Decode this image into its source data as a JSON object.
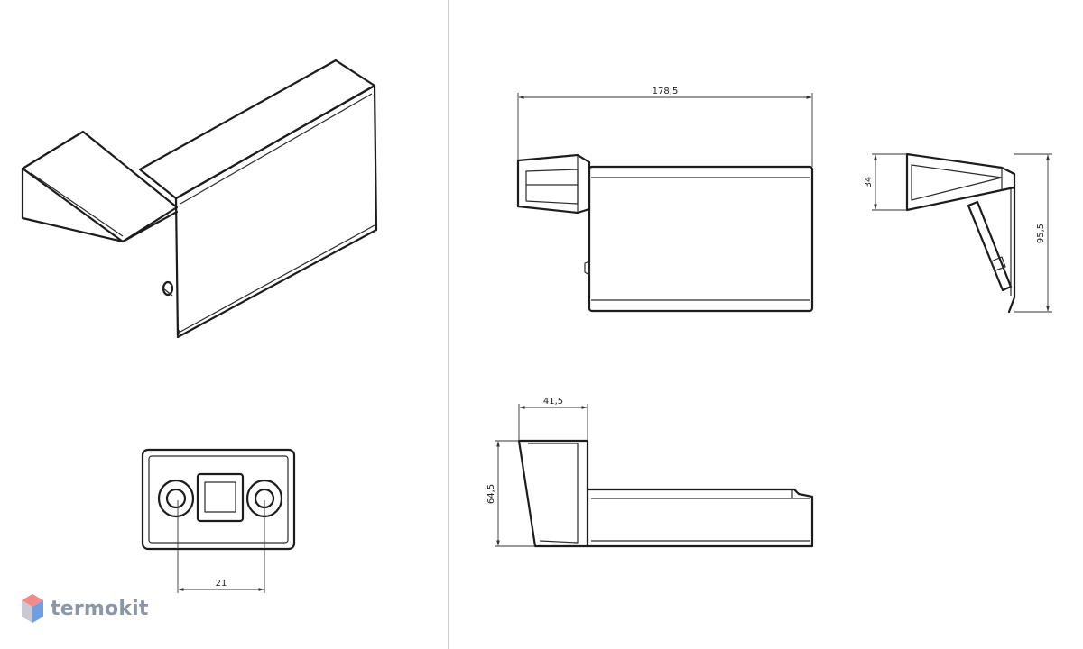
{
  "brand": {
    "name": "termokit",
    "colors": {
      "top": "#f28a8a",
      "bottom": "#6f9fe0",
      "side": "#c9c9d6",
      "text": "#8b97a6"
    }
  },
  "dimensions": {
    "front_width": "178,5",
    "side_top_height": "34",
    "side_total_height": "95,5",
    "top_depth": "41,5",
    "top_height": "64,5",
    "bottom_hole_spacing": "21"
  }
}
